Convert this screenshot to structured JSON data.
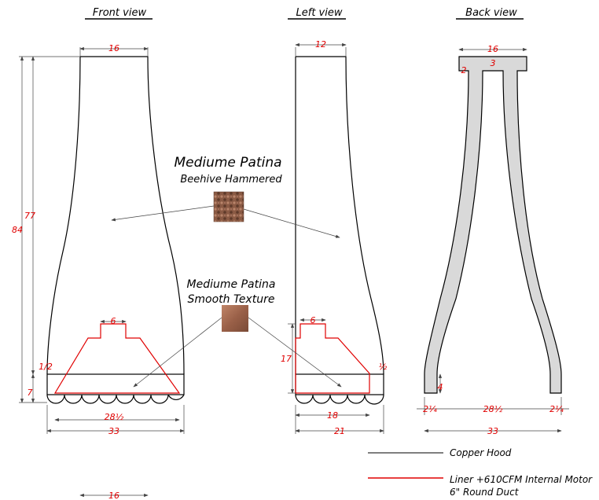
{
  "views": {
    "front": "Front view",
    "left": "Left view",
    "back": "Back view"
  },
  "dims": {
    "front_top": "16",
    "front_height_77": "77",
    "front_height_84": "84",
    "front_half": "1/2",
    "front_7": "7",
    "front_duct": "6",
    "front_28": "28½",
    "front_33": "33",
    "left_top": "12",
    "left_duct": "6",
    "left_17": "17",
    "left_half": "½",
    "left_18": "18",
    "left_21": "21",
    "back_top": "16",
    "back_3": "3",
    "back_2": "2",
    "back_4": "4",
    "back_left_quarter": "2¼",
    "back_28": "28½",
    "back_right_quarter": "2¼",
    "back_33": "33",
    "bottom_16": "16"
  },
  "notes": {
    "patina1_title": "Mediume Patina",
    "patina1_sub": "Beehive Hammered",
    "patina2_title": "Mediume Patina",
    "patina2_sub": "Smooth Texture"
  },
  "legend": {
    "copper": "Copper Hood",
    "liner1": "Liner +610CFM Internal Motor",
    "liner2": "6\" Round Duct"
  },
  "colors": {
    "outline": "#000000",
    "liner": "#e00000",
    "back_fill": "#d9d9d9",
    "hammered_swatch": "#8a5a44",
    "smooth_swatch": "#a26a4e"
  }
}
